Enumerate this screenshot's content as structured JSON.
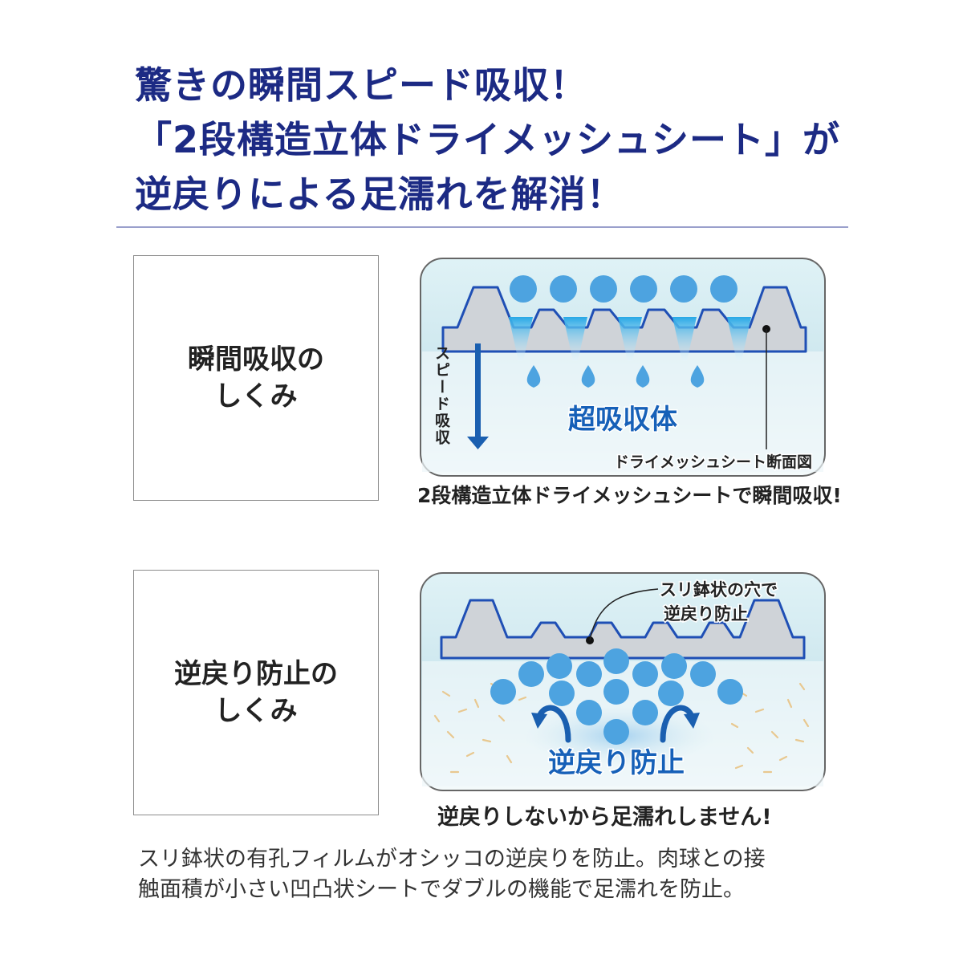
{
  "headline": {
    "line1": "驚きの瞬間スピード吸収！",
    "line2": "「2段構造立体ドライメッシュシート」が",
    "line3": "逆戻りによる足濡れを解消！"
  },
  "section1": {
    "box_line1": "瞬間吸収の",
    "box_line2": "しくみ",
    "side_label": "スピード吸収",
    "center_label": "超吸収体",
    "sheet_label": "ドライメッシュシート断面図",
    "caption": "2段構造立体ドライメッシュシートで瞬間吸収!"
  },
  "section2": {
    "box_line1": "逆戻り防止の",
    "box_line2": "しくみ",
    "note_line1": "スリ鉢状の穴で",
    "note_line2": "逆戻り防止",
    "center_label": "逆戻り防止",
    "caption": "逆戻りしないから足濡れしません!"
  },
  "description": {
    "line1": "スリ鉢状の有孔フィルムがオシッコの逆戻りを防止。肉球との接",
    "line2": "触面積が小さい凹凸状シートでダブルの機能で足濡れを防止。"
  },
  "colors": {
    "headline": "#1c2a84",
    "sheet_outline": "#1f4fb5",
    "sheet_fill": "#cfd3d8",
    "drop": "#4da3e0",
    "label_blue": "#1660b8",
    "arrow": "#1a5fb0"
  }
}
